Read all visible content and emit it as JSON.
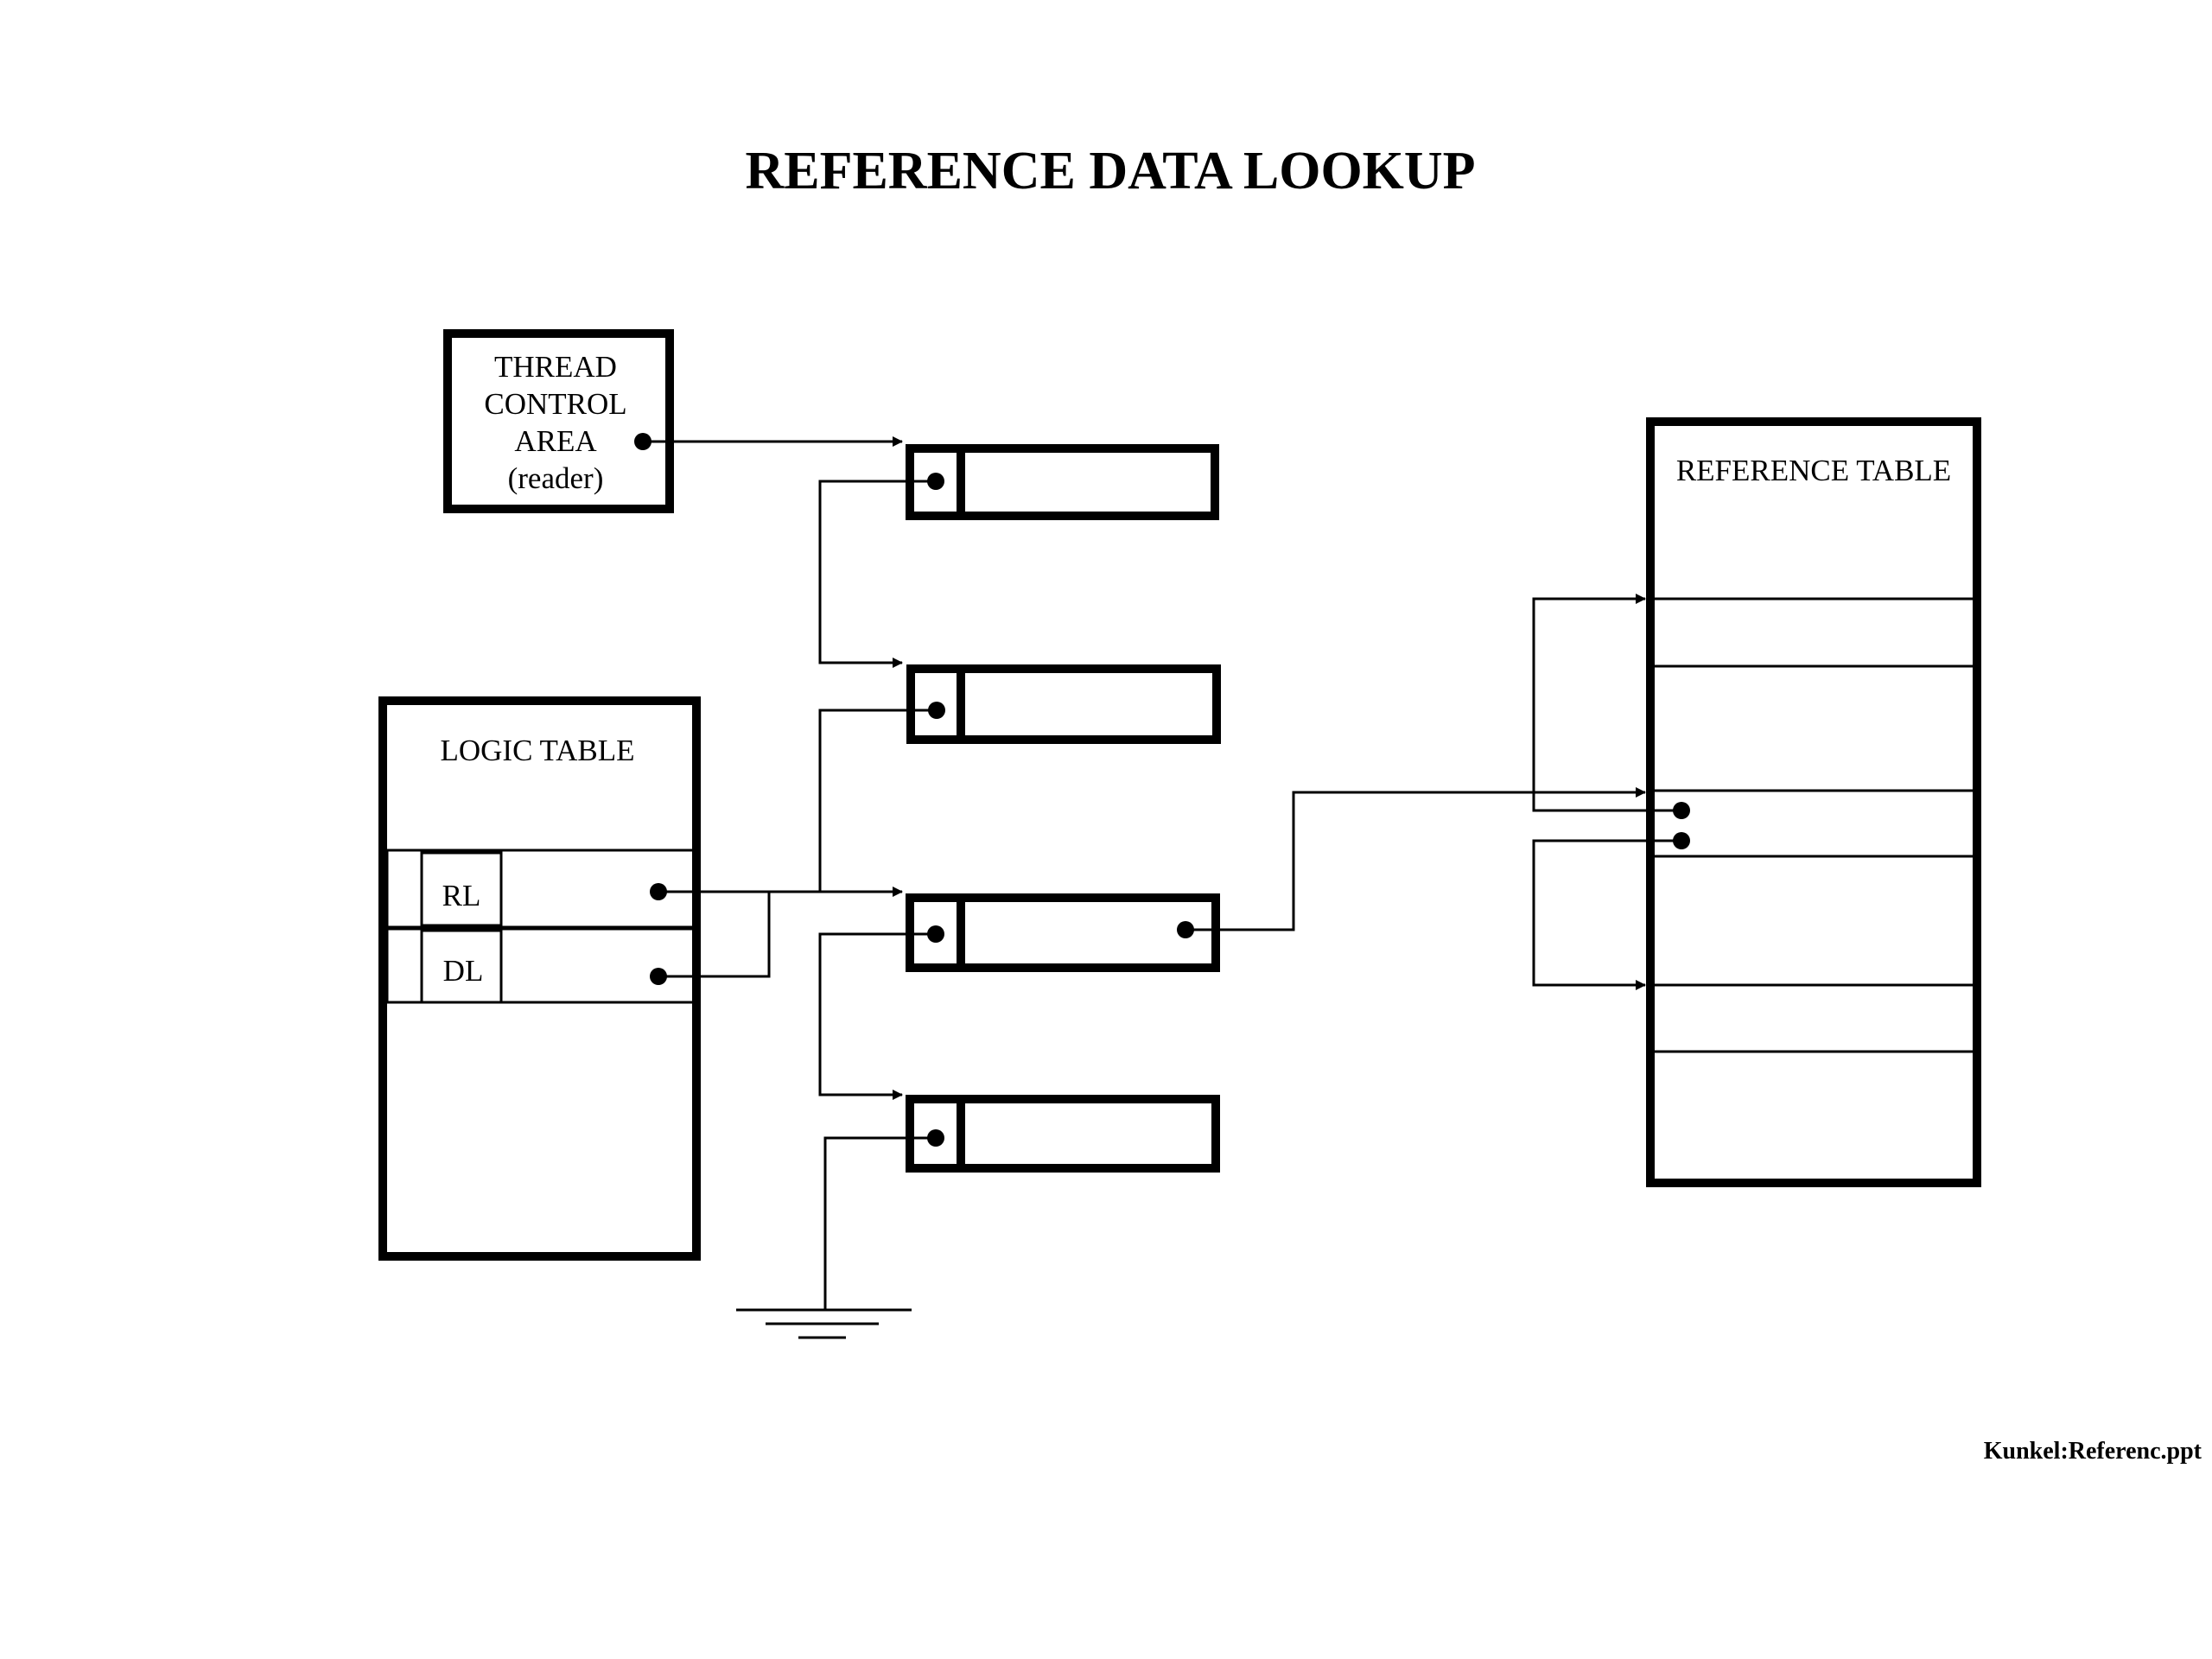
{
  "title": "REFERENCE DATA LOOKUP",
  "thread_control_area": {
    "lines": [
      "THREAD",
      "CONTROL",
      "AREA",
      "(reader)"
    ]
  },
  "logic_table": {
    "label": "LOGIC TABLE",
    "rows": [
      {
        "label": "RL"
      },
      {
        "label": "DL"
      }
    ]
  },
  "reference_table": {
    "label": "REFERENCE TABLE"
  },
  "footer": "Kunkel:Referenc.ppt",
  "colors": {
    "stroke": "#000000",
    "background": "#ffffff"
  }
}
